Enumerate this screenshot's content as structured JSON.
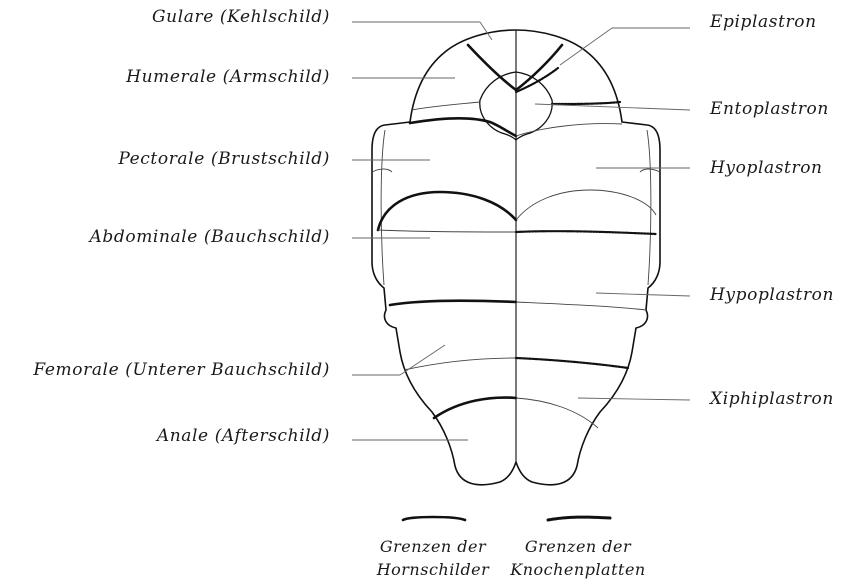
{
  "labels_left": [
    "Gulare (Kehlschild)",
    "Humerale (Armschild)",
    "Pectorale (Brustschild)",
    "Abdominale (Bauchschild)",
    "Femorale (Unterer Bauchschild)",
    "Anale (Afterschild)"
  ],
  "labels_right": [
    "Epiplastron",
    "Entoplastron",
    "Hyoplastron",
    "Hypoplastron",
    "Xiphiplastron"
  ],
  "legend": {
    "horn_line1": "Grenzen der",
    "horn_line2": "Hornschilder",
    "bone_line1": "Grenzen der",
    "bone_line2": "Knochenplatten"
  }
}
